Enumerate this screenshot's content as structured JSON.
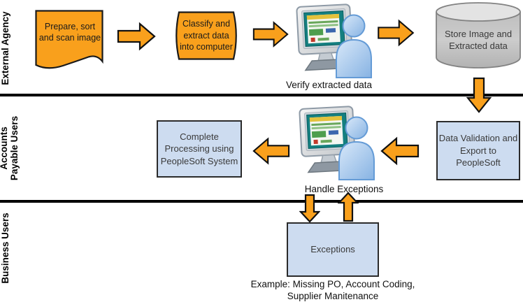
{
  "diagram_type": "swimlane-flowchart",
  "lanes": [
    {
      "id": "external-agency",
      "label": "External Agency"
    },
    {
      "id": "accounts-payable-users",
      "label": "Accounts Payable Users"
    },
    {
      "id": "business-users",
      "label": "Business Users"
    }
  ],
  "nodes": {
    "prepare_sort_scan": {
      "lane": "External Agency",
      "shape": "document",
      "label": "Prepare, sort and scan image"
    },
    "classify_extract": {
      "lane": "External Agency",
      "shape": "barrel",
      "label": "Classify and extract data into computer"
    },
    "verify_extracted": {
      "lane": "External Agency",
      "shape": "user-at-computer",
      "label": "Verify extracted data"
    },
    "store_image": {
      "lane": "External Agency",
      "shape": "database-cylinder",
      "label": "Store Image and Extracted data"
    },
    "data_validation": {
      "lane": "Accounts Payable Users",
      "shape": "rectangle",
      "label": "Data Validation and Export to PeopleSoft"
    },
    "handle_exceptions": {
      "lane": "Accounts Payable Users",
      "shape": "user-at-computer",
      "label": "Handle Exceptions"
    },
    "complete_processing": {
      "lane": "Accounts Payable Users",
      "shape": "rectangle",
      "label": "Complete Processing using PeopleSoft System"
    },
    "exceptions": {
      "lane": "Business Users",
      "shape": "rectangle",
      "label": "Exceptions"
    },
    "exceptions_note": {
      "lane": "Business Users",
      "label": "Example: Missing PO, Account Coding, Supplier Manitenance"
    }
  },
  "connectors": [
    {
      "from": "prepare_sort_scan",
      "to": "classify_extract",
      "direction": "right"
    },
    {
      "from": "classify_extract",
      "to": "verify_extracted",
      "direction": "right"
    },
    {
      "from": "verify_extracted",
      "to": "store_image",
      "direction": "right"
    },
    {
      "from": "store_image",
      "to": "data_validation",
      "direction": "down"
    },
    {
      "from": "data_validation",
      "to": "handle_exceptions",
      "direction": "left"
    },
    {
      "from": "handle_exceptions",
      "to": "complete_processing",
      "direction": "left"
    },
    {
      "from": "handle_exceptions",
      "to": "exceptions",
      "direction": "down"
    },
    {
      "from": "exceptions",
      "to": "handle_exceptions",
      "direction": "up"
    }
  ],
  "colors": {
    "shape_orange": "#F9A01C",
    "shape_outline": "#1a1a1a",
    "box_blue": "#CDDCF0",
    "box_outline": "#2b2b2b",
    "cylinder_body": "#C6C6C6",
    "cylinder_top": "#E3E3E3",
    "person_blue": "#9FC3EA",
    "screen_teal": "#147F80",
    "divider_black": "#000000"
  }
}
